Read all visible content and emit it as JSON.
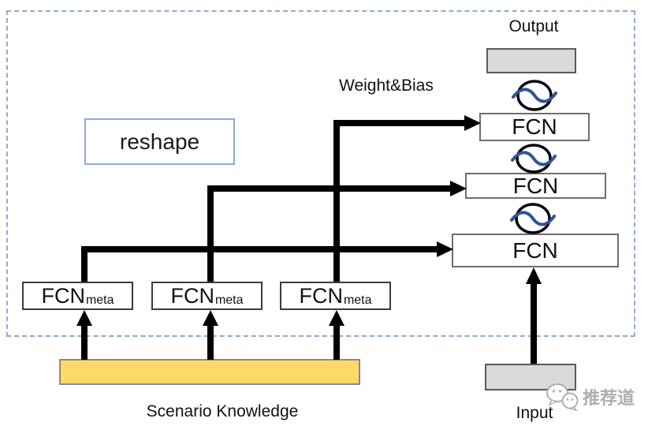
{
  "labels": {
    "output": "Output",
    "input": "Input",
    "weight_bias": "Weight&Bias",
    "reshape": "reshape",
    "scenario": "Scenario Knowledge"
  },
  "fcn_stack": {
    "layers": [
      {
        "label": "FCN"
      },
      {
        "label": "FCN"
      },
      {
        "label": "FCN"
      }
    ]
  },
  "meta_fcn": {
    "items": [
      {
        "base": "FCN",
        "sub": "meta"
      },
      {
        "base": "FCN",
        "sub": "meta"
      },
      {
        "base": "FCN",
        "sub": "meta"
      }
    ]
  },
  "watermark": {
    "text": "推荐道"
  },
  "colors": {
    "dashed_border": "#8faadc",
    "reshape_border": "#8faadc",
    "gray_box_fill": "#d9d9d9",
    "box_border_gray": "#595959",
    "yellow_bar_fill": "#ffd966",
    "arrow_black": "#000000",
    "activation_wave_blue": "#2e5597",
    "watermark_gray": "#a8a8a8"
  },
  "icons": {
    "activation": "sine-wave-in-circle",
    "watermark": "wechat-bubbles"
  }
}
